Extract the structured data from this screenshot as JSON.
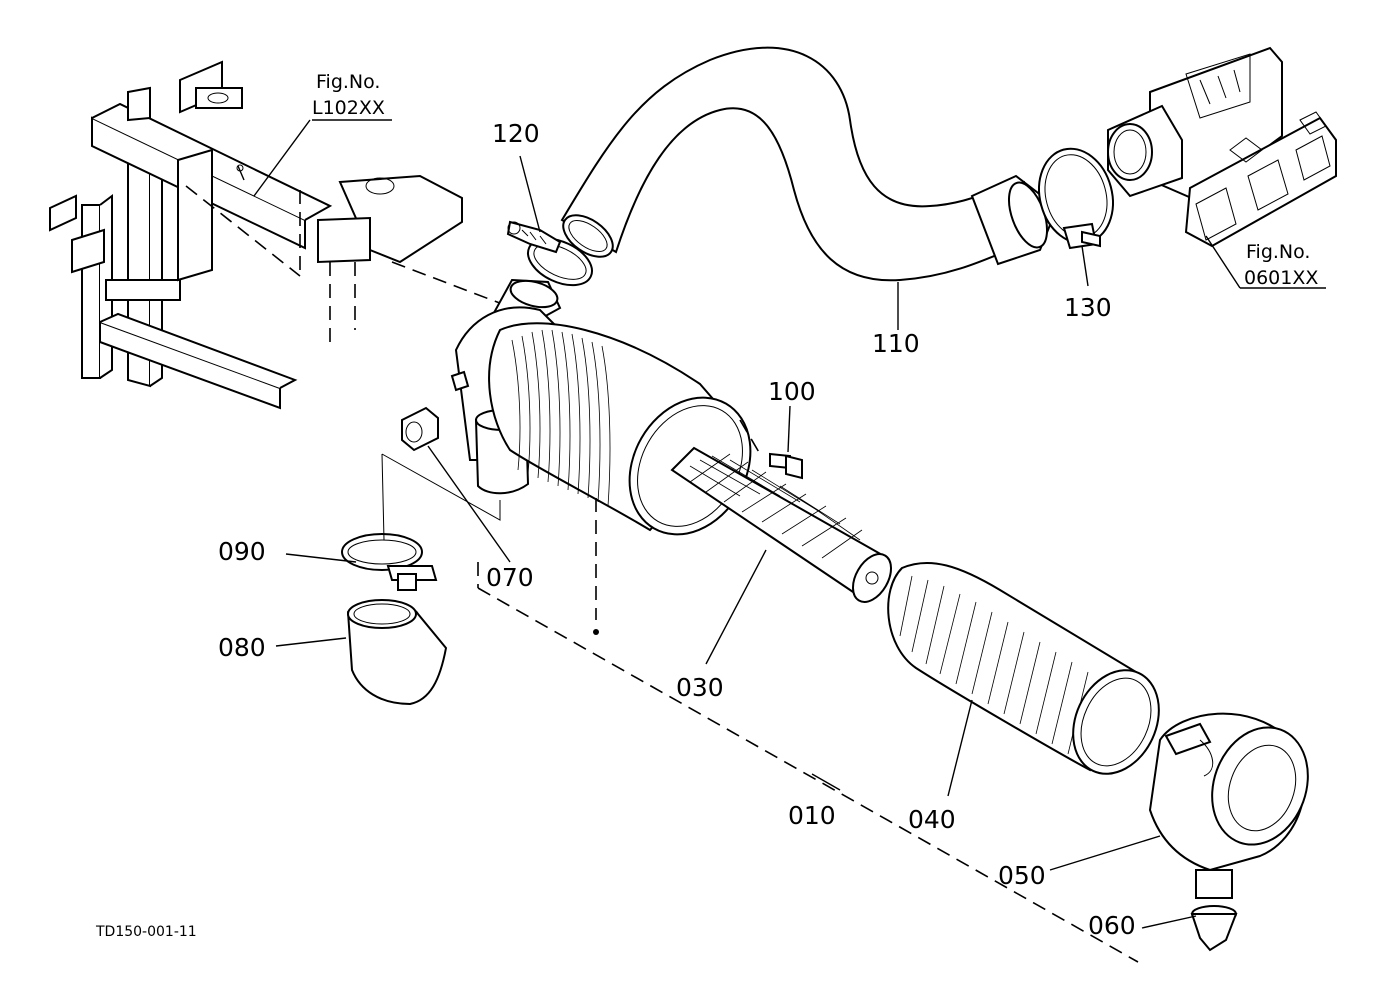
{
  "diagram": {
    "drawing_code": "TD150-001-11",
    "references": [
      {
        "id": "ref-l102",
        "line1": "Fig.No.",
        "line2": "L102XX"
      },
      {
        "id": "ref-0601",
        "line1": "Fig.No.",
        "line2": "0601XX"
      }
    ],
    "parts": [
      {
        "id": "010",
        "label": "010"
      },
      {
        "id": "030",
        "label": "030"
      },
      {
        "id": "040",
        "label": "040"
      },
      {
        "id": "050",
        "label": "050"
      },
      {
        "id": "060",
        "label": "060"
      },
      {
        "id": "070",
        "label": "070"
      },
      {
        "id": "080",
        "label": "080"
      },
      {
        "id": "090",
        "label": "090"
      },
      {
        "id": "100",
        "label": "100"
      },
      {
        "id": "110",
        "label": "110"
      },
      {
        "id": "120",
        "label": "120"
      },
      {
        "id": "130",
        "label": "130"
      }
    ]
  }
}
